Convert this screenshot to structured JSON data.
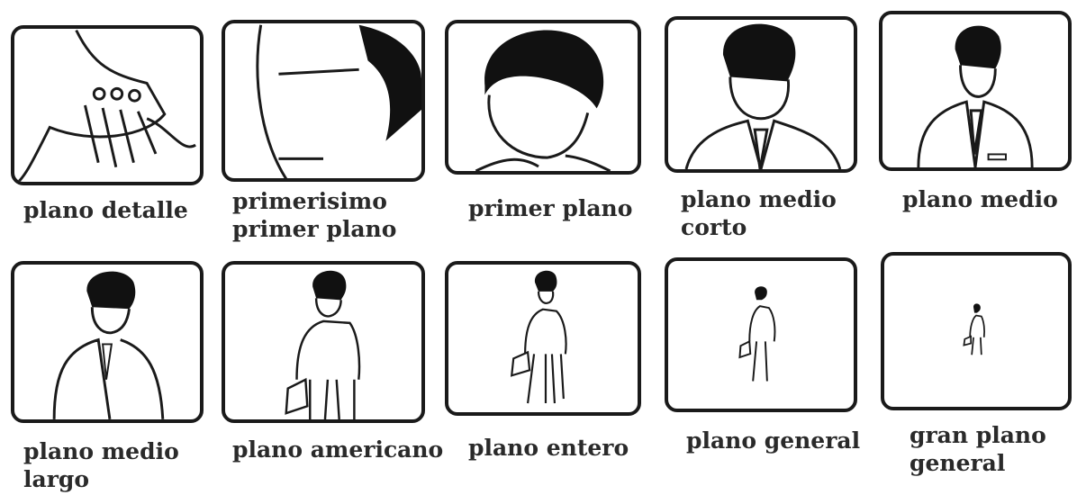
{
  "shots": [
    {
      "lines": [
        "plano detalle"
      ]
    },
    {
      "lines": [
        "primerisimo",
        "primer plano"
      ]
    },
    {
      "lines": [
        "primer plano"
      ]
    },
    {
      "lines": [
        "plano medio",
        "corto"
      ]
    },
    {
      "lines": [
        "plano medio"
      ]
    },
    {
      "lines": [
        "plano medio",
        "largo"
      ]
    },
    {
      "lines": [
        "plano americano"
      ]
    },
    {
      "lines": [
        "plano entero"
      ]
    },
    {
      "lines": [
        "plano general"
      ]
    },
    {
      "lines": [
        "gran plano",
        "general"
      ]
    }
  ],
  "colors": {
    "ink": "#1a1a1a",
    "hair": "#111111",
    "paper": "#ffffff"
  }
}
